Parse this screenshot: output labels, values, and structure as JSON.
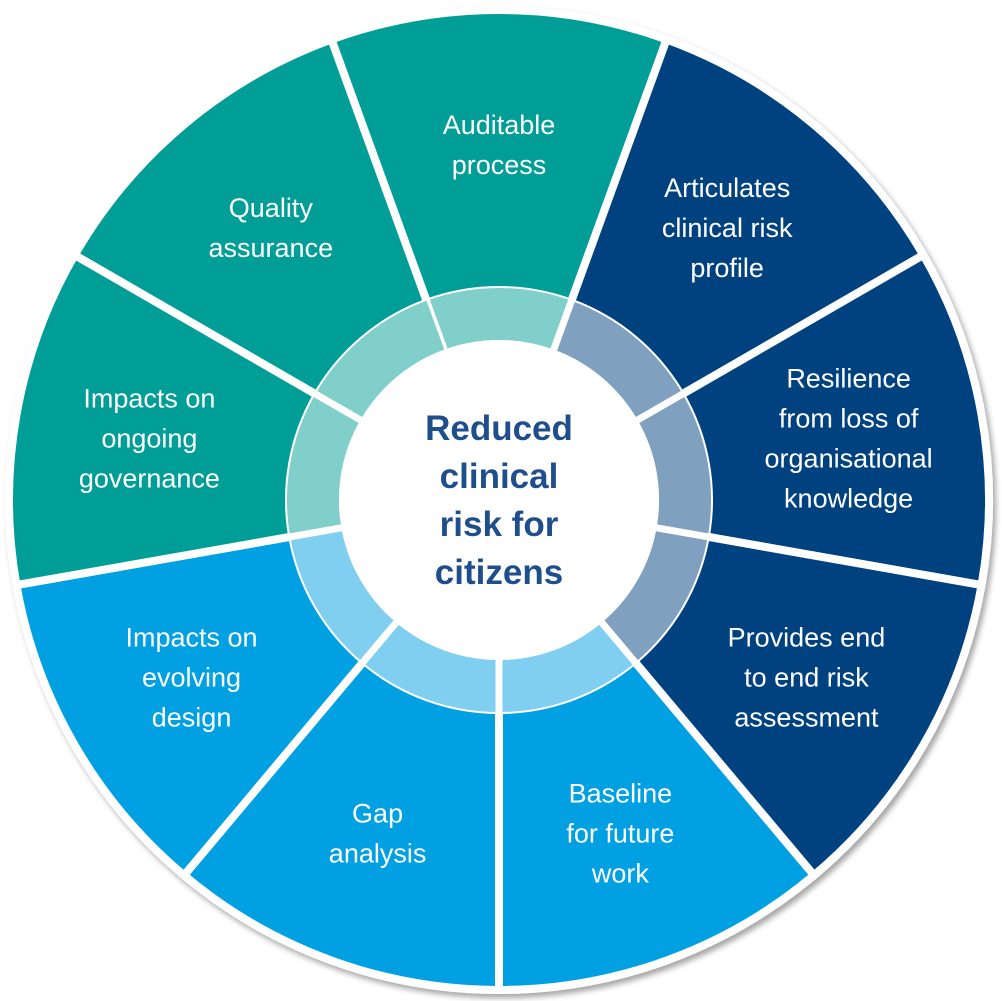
{
  "center": {
    "lines": [
      "Reduced",
      "clinical",
      "risk for",
      "citizens"
    ]
  },
  "colors": {
    "teal": "#009e96",
    "navy": "#00427f",
    "blue": "#00a0e2",
    "teal_light": "#80cfca",
    "navy_light": "#80a0bf",
    "blue_light": "#80cff0",
    "center_text": "#1f4e8c",
    "separator": "#ffffff"
  },
  "segments": [
    {
      "lines": [
        "Auditable",
        "process"
      ],
      "group": "teal"
    },
    {
      "lines": [
        "Articulates",
        "clinical risk",
        "profile"
      ],
      "group": "navy"
    },
    {
      "lines": [
        "Resilience",
        "from loss of",
        "organisational",
        "knowledge"
      ],
      "group": "navy"
    },
    {
      "lines": [
        "Provides end",
        "to end risk",
        "assessment"
      ],
      "group": "navy"
    },
    {
      "lines": [
        "Baseline",
        "for future",
        "work"
      ],
      "group": "blue"
    },
    {
      "lines": [
        "Gap",
        "analysis"
      ],
      "group": "blue"
    },
    {
      "lines": [
        "Impacts on",
        "evolving",
        "design"
      ],
      "group": "blue"
    },
    {
      "lines": [
        "Impacts on",
        "ongoing",
        "governance"
      ],
      "group": "teal"
    },
    {
      "lines": [
        "Quality",
        "assurance"
      ],
      "group": "teal"
    }
  ]
}
